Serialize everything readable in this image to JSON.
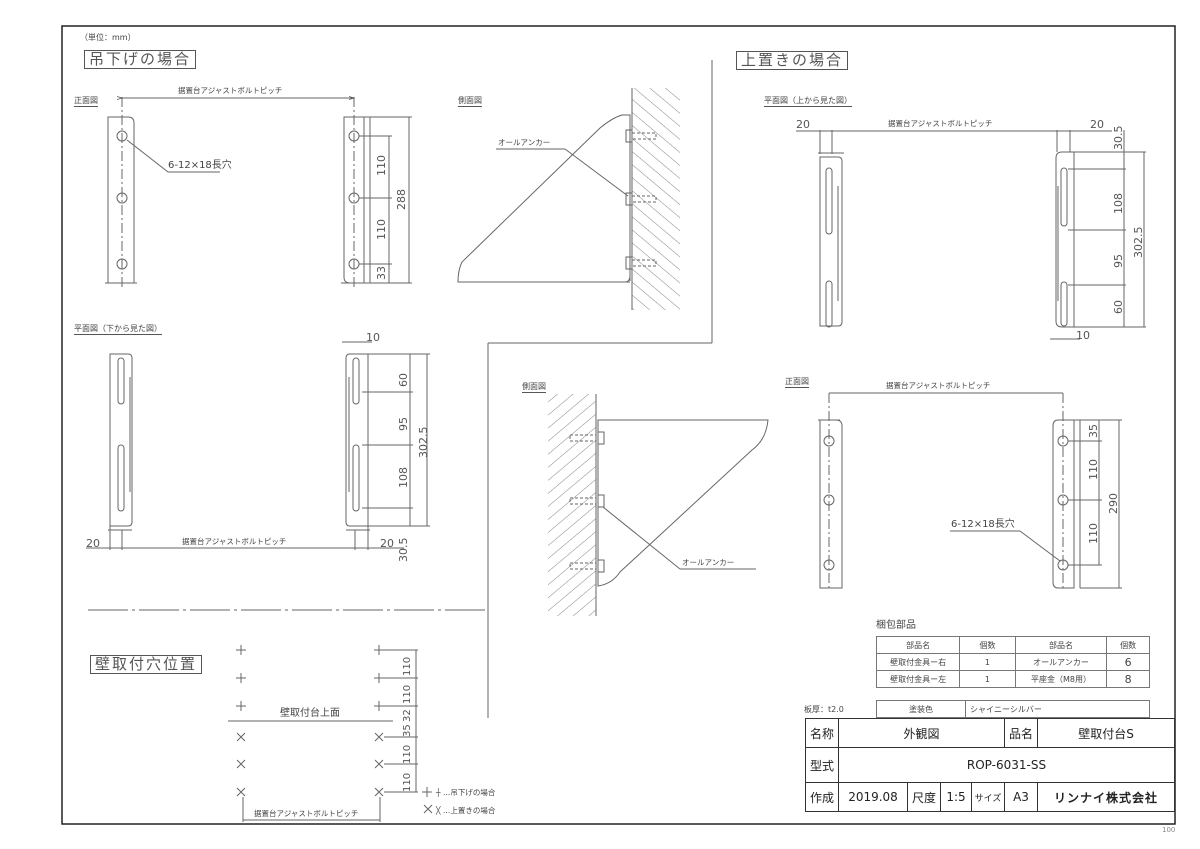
{
  "drawing": {
    "unit_note": "（単位：mm）",
    "page_number": "100",
    "sections": {
      "hanging": {
        "title": "吊下げの場合"
      },
      "placing": {
        "title": "上置きの場合"
      },
      "hole_position": {
        "title": "壁取付穴位置"
      }
    },
    "views": {
      "front": "正面図",
      "side": "側面図",
      "plan_from_below": "平面図（下から見た図）",
      "plan_from_above": "平面図（上から見た図）"
    },
    "labels": {
      "bolt_pitch": "据置台アジャストボルトピッチ",
      "slot_holes": "6-12×18長穴",
      "all_anchor": "オールアンカー",
      "top_surface": "壁取付台上面",
      "legend_plus": "┼ …吊下げの場合",
      "legend_cross": "╳ …上置きの場合",
      "plate_thickness": "板厚：t2.0"
    },
    "dimensions": {
      "hanging_front": [
        "110",
        "110",
        "33",
        "288"
      ],
      "hanging_plan": [
        "10",
        "60",
        "95",
        "108",
        "302.5",
        "30.5",
        "20",
        "20"
      ],
      "placing_plan": [
        "20",
        "20",
        "30.5",
        "108",
        "95",
        "60",
        "302.5",
        "10"
      ],
      "placing_front": [
        "35",
        "110",
        "110",
        "290"
      ],
      "hole_position": [
        "110",
        "110",
        "32",
        "35",
        "110",
        "110"
      ]
    }
  },
  "parts_table": {
    "title": "梱包部品",
    "headers": [
      "部品名",
      "個数",
      "部品名",
      "個数"
    ],
    "rows": [
      [
        "壁取付金具ー右",
        "1",
        "オールアンカー",
        "6"
      ],
      [
        "壁取付金具ー左",
        "1",
        "平座金（M8用）",
        "8"
      ]
    ],
    "paint_label": "塗装色",
    "paint_value": "シャイニーシルバー"
  },
  "title_block": {
    "name_label": "名称",
    "name_value": "外観図",
    "product_label": "品名",
    "product_value": "壁取付台S",
    "model_label": "型式",
    "model_value": "ROP-6031-SS",
    "created_label": "作成",
    "created_value": "2019.08",
    "scale_label": "尺度",
    "scale_value": "1:5",
    "size_label": "サイズ",
    "size_value": "A3",
    "company": "リンナイ株式会社"
  }
}
